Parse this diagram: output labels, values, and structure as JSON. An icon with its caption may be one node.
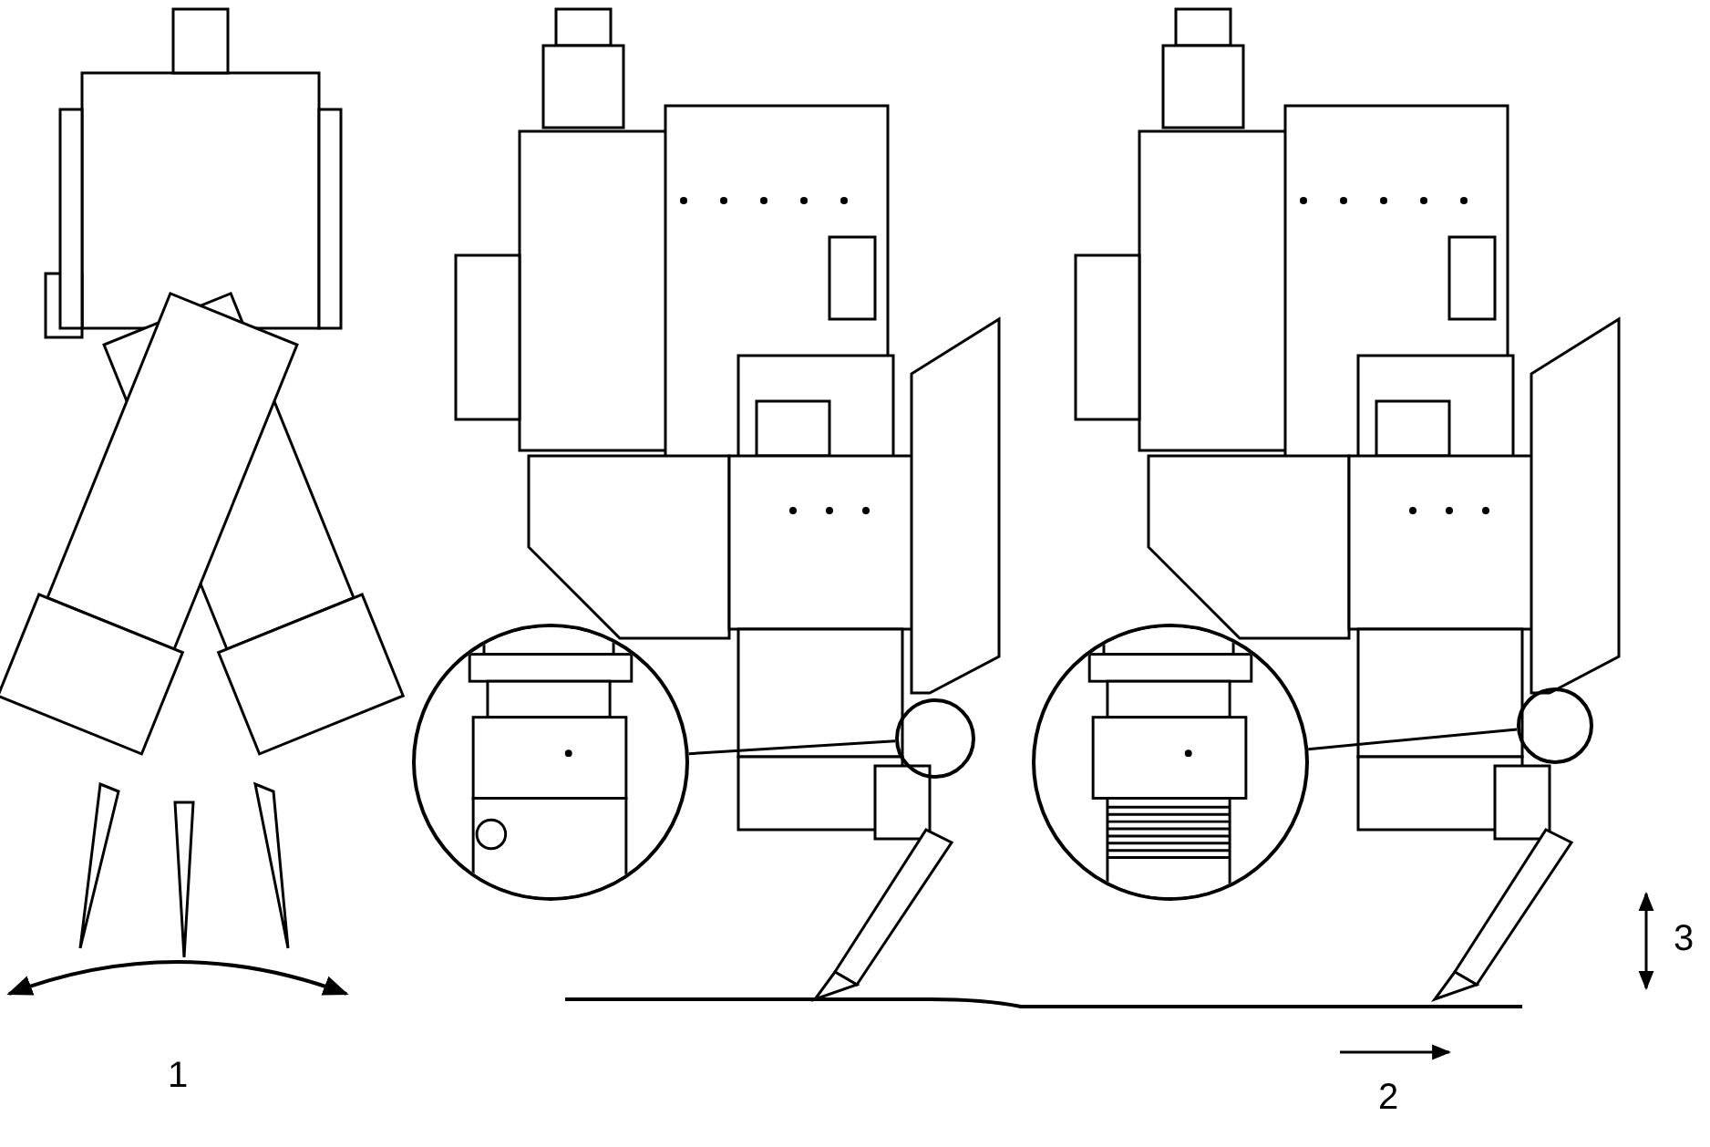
{
  "diagram": {
    "nodes": [
      {
        "text": [],
        "shape": "circle"
      },
      {
        "text": [],
        "shape": "circle"
      },
      {
        "text": [],
        "shape": "circle"
      },
      {
        "text": [],
        "shape": "circle"
      }
    ],
    "edges": [
      {
        "from": 0,
        "to": 1,
        "arrow": "none"
      },
      {
        "from": 2,
        "to": 3,
        "arrow": "none"
      }
    ],
    "labels": [
      "1",
      "2",
      "3"
    ]
  }
}
